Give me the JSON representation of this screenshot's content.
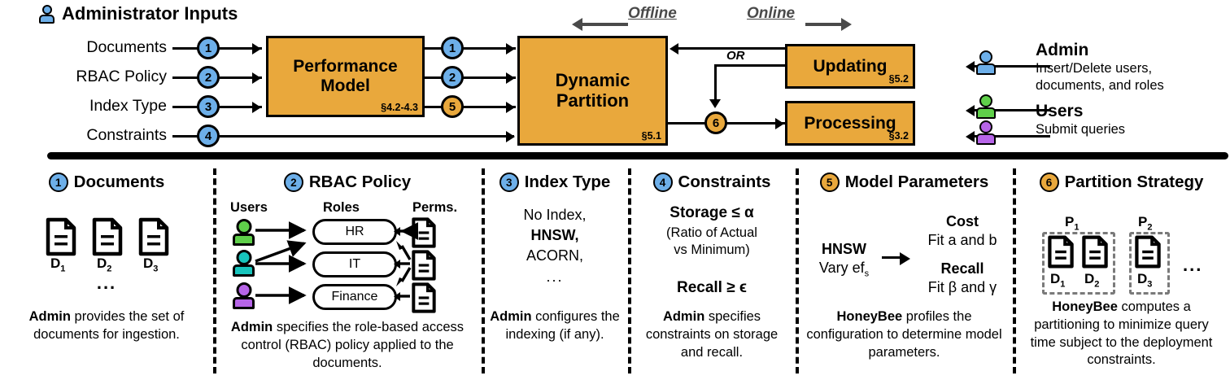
{
  "header": {
    "title": "Administrator Inputs",
    "icon": "person-icon"
  },
  "colors": {
    "orange": "#E9A83C",
    "blue": "#6DAFE9",
    "green": "#5FD04A",
    "teal": "#17C4BC",
    "purple": "#B765E8",
    "grey": "#4a4a4a",
    "black": "#000000"
  },
  "phases": {
    "offline": "Offline",
    "online": "Online"
  },
  "inputs": [
    {
      "label": "Documents",
      "badge": "1"
    },
    {
      "label": "RBAC Policy",
      "badge": "2"
    },
    {
      "label": "Index Type",
      "badge": "3"
    },
    {
      "label": "Constraints",
      "badge": "4"
    }
  ],
  "boxes": {
    "performance_model": {
      "line1": "Performance",
      "line2": "Model",
      "section": "§4.2-4.3"
    },
    "dynamic_partition": {
      "line1": "Dynamic",
      "line2": "Partition",
      "section": "§5.1"
    },
    "updating": {
      "line1": "Updating",
      "section": "§5.2"
    },
    "processing": {
      "line1": "Processing",
      "section": "§3.2"
    }
  },
  "mid_badges": [
    "1",
    "2",
    "5"
  ],
  "feedback": {
    "or_label": "OR",
    "badge": "6"
  },
  "actors": [
    {
      "name": "Admin",
      "desc_line1": "Insert/Delete users,",
      "desc_line2": "documents, and roles",
      "color": "blue"
    },
    {
      "name": "Users",
      "desc_line1": "Submit queries",
      "desc_line2": "",
      "color": "green"
    }
  ],
  "panels": [
    {
      "badge": "1",
      "badge_color": "blue",
      "title": "Documents",
      "docs": [
        "D",
        "D",
        "D"
      ],
      "doc_subs": [
        "1",
        "2",
        "3"
      ],
      "ellipsis": "...",
      "desc_bold": "Admin",
      "desc": " provides the set of documents for ingestion."
    },
    {
      "badge": "2",
      "badge_color": "blue",
      "title": "RBAC Policy",
      "col_users": "Users",
      "col_roles": "Roles",
      "col_perms": "Perms.",
      "roles": [
        "HR",
        "IT",
        "Finance"
      ],
      "desc_bold": "Admin",
      "desc": " specifies the role-based access control (RBAC) policy applied to the documents."
    },
    {
      "badge": "3",
      "badge_color": "blue",
      "title": "Index Type",
      "items": [
        "No Index,",
        "HNSW,",
        "ACORN,",
        "..."
      ],
      "bold_items": [
        false,
        true,
        false,
        false
      ],
      "desc_bold": "Admin",
      "desc": " configures the indexing (if any)."
    },
    {
      "badge": "4",
      "badge_color": "blue",
      "title": "Constraints",
      "storage": "Storage ≤ α",
      "storage_note_1": "(Ratio of Actual",
      "storage_note_2": "vs Minimum)",
      "recall": "Recall ≥ ϵ",
      "desc_bold": "Admin",
      "desc": " specifies constraints on storage and recall."
    },
    {
      "badge": "5",
      "badge_color": "orange",
      "title": "Model Parameters",
      "left_1": "HNSW",
      "left_2": "Vary ef",
      "left_2_sub": "s",
      "right_1_title": "Cost",
      "right_1_body": "Fit a and b",
      "right_2_title": "Recall",
      "right_2_body": "Fit β and γ",
      "desc_bold": "HoneyBee",
      "desc": " profiles the configuration to determine model parameters."
    },
    {
      "badge": "6",
      "badge_color": "orange",
      "title": "Partition Strategy",
      "partitions": [
        {
          "name": "P",
          "sub": "1",
          "docs": [
            {
              "name": "D",
              "sub": "1"
            },
            {
              "name": "D",
              "sub": "2"
            }
          ]
        },
        {
          "name": "P",
          "sub": "2",
          "docs": [
            {
              "name": "D",
              "sub": "3"
            }
          ]
        }
      ],
      "ellipsis": "...",
      "desc_bold": "HoneyBee",
      "desc": " computes a partitioning to minimize query time subject to the deployment constraints."
    }
  ]
}
